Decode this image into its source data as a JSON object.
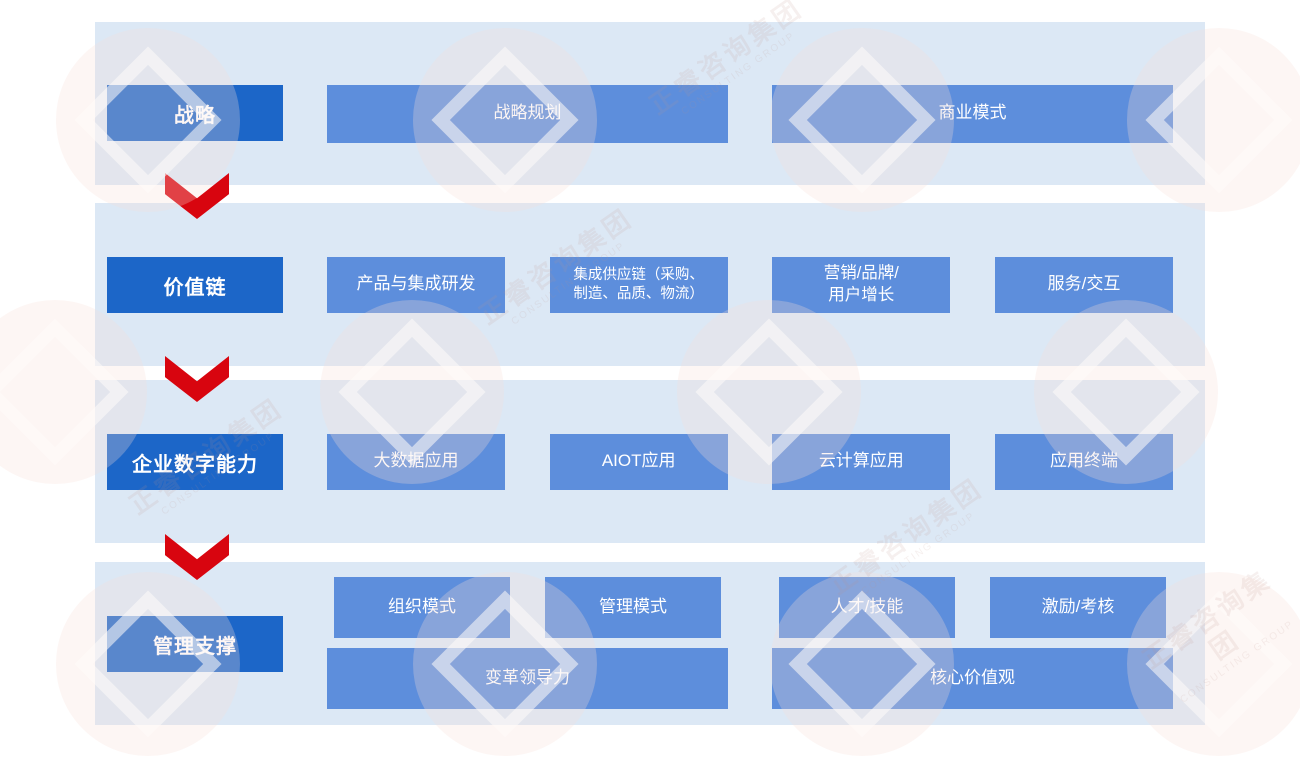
{
  "palette": {
    "band_bg": "#dce8f5",
    "label_bg": "#1c66c8",
    "box_bg": "#5d8edc",
    "arrow_red": "#d8050f",
    "text_color": "#ffffff"
  },
  "watermark": {
    "text": "正睿咨询集团",
    "subtext": "CONSULTING GROUP"
  },
  "rows": [
    {
      "label": "战略",
      "boxes": [
        {
          "text": "战略规划"
        },
        {
          "text": "商业模式"
        }
      ]
    },
    {
      "label": "价值链",
      "boxes": [
        {
          "text": "产品与集成研发"
        },
        {
          "text": "集成供应链（采购、\n制造、品质、物流）"
        },
        {
          "text": "营销/品牌/\n用户增长"
        },
        {
          "text": "服务/交互"
        }
      ]
    },
    {
      "label": "企业数字能力",
      "boxes": [
        {
          "text": "大数据应用"
        },
        {
          "text": "AIOT应用"
        },
        {
          "text": "云计算应用"
        },
        {
          "text": "应用终端"
        }
      ]
    },
    {
      "label": "管理支撑",
      "top_boxes": [
        {
          "text": "组织模式"
        },
        {
          "text": "管理模式"
        },
        {
          "text": "人才/技能"
        },
        {
          "text": "激励/考核"
        }
      ],
      "bottom_boxes": [
        {
          "text": "变革领导力"
        },
        {
          "text": "核心价值观"
        }
      ]
    }
  ]
}
